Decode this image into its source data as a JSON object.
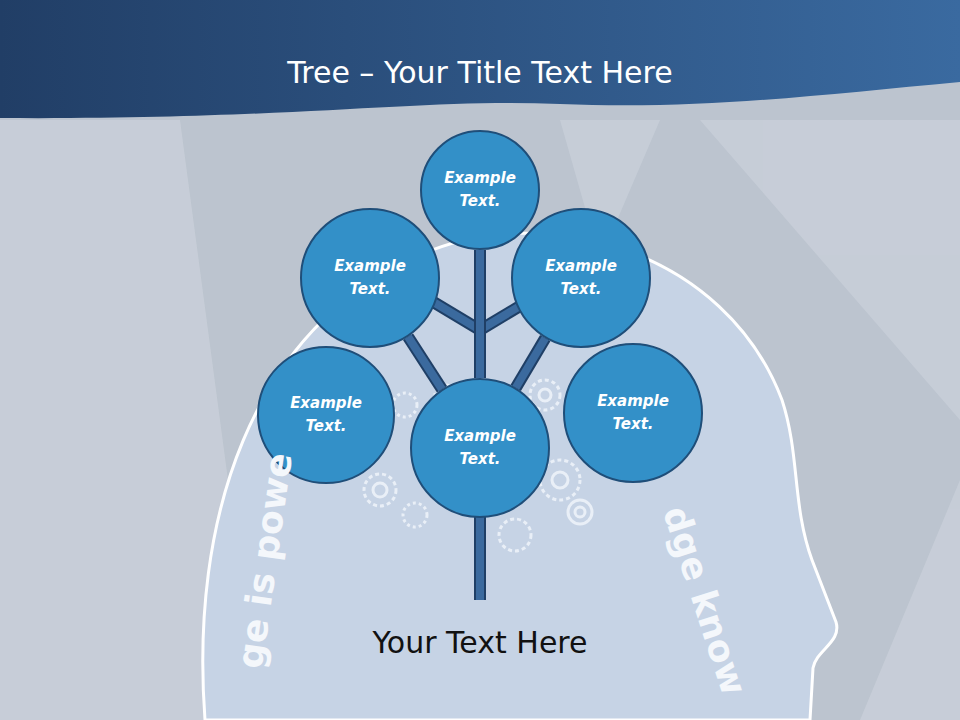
{
  "diagram": {
    "title": "Tree – Your Title Text Here",
    "caption": "Your Text Here",
    "nodes": [
      {
        "text": [
          "Example Text."
        ]
      },
      {
        "text": [
          "Example Text."
        ]
      },
      {
        "text": [
          "Example Text."
        ]
      },
      {
        "text": [
          "Example Text."
        ]
      },
      {
        "text": [
          "Example Text."
        ]
      },
      {
        "text": [
          "Example Text."
        ]
      }
    ],
    "edges": [
      {
        "from": 5,
        "to": 0,
        "arrow": "none"
      },
      {
        "from": 5,
        "to": 1,
        "arrow": "none"
      },
      {
        "from": 5,
        "to": 2,
        "arrow": "none"
      }
    ],
    "labels": [
      "ge is powe",
      "dge know"
    ]
  }
}
